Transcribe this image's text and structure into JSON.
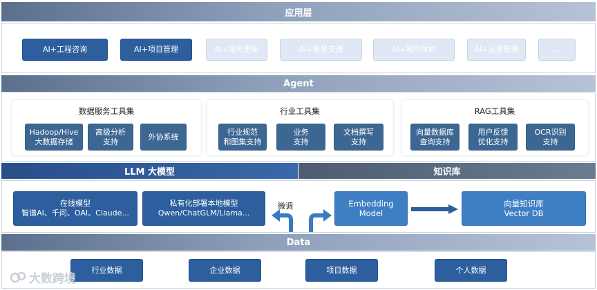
{
  "app_layer": {
    "title": "应用层",
    "items": [
      "AI+工程咨询",
      "AI+项目管理",
      "AI+城市更新",
      "AI+智慧交通",
      "AI+城市体检",
      "AI+运营管理",
      "..."
    ]
  },
  "agent": {
    "title": "Agent",
    "groups": [
      {
        "title": "数据服务工具集",
        "items": [
          "Hadoop/Hive\n大数据存储",
          "高级分析\n支持",
          "外协系统"
        ]
      },
      {
        "title": "行业工具集",
        "items": [
          "行业规范\n和图集支持",
          "业务\n支持",
          "文档撰写\n支持"
        ]
      },
      {
        "title": "RAG工具集",
        "items": [
          "向量数据库\n查询支持",
          "用户反馈\n优化支持",
          "OCR识别\n支持"
        ]
      }
    ]
  },
  "llm": {
    "title": "LLM 大模型",
    "online": {
      "title": "在线模型",
      "desc": "智谱AI、千问、OAI、Claude..."
    },
    "private": {
      "title": "私有化部署本地模型",
      "desc": "Qwen/ChatGLM/Llama..."
    },
    "finetune_label": "微调"
  },
  "kb": {
    "title": "知识库",
    "embedding": "Embedding\nModel",
    "vector": "向量知识库\nVector DB"
  },
  "data_layer": {
    "title": "Data",
    "items": [
      "行业数据",
      "企业数据",
      "项目数据",
      "个人数据"
    ]
  },
  "watermark": "大数跨境",
  "colors": {
    "dark_box": "#2d5f9e",
    "light_box": "#dfe8f4",
    "mid_box": "#3d6793",
    "bright_box": "#3e7fc4",
    "llm_band": "#2f5a96",
    "kb_band": "#55657a"
  },
  "icons": {
    "arrow_up": "finetune-arrow-icon",
    "arrow_right": "flow-arrow-icon",
    "logo": "watermark-logo-icon"
  }
}
